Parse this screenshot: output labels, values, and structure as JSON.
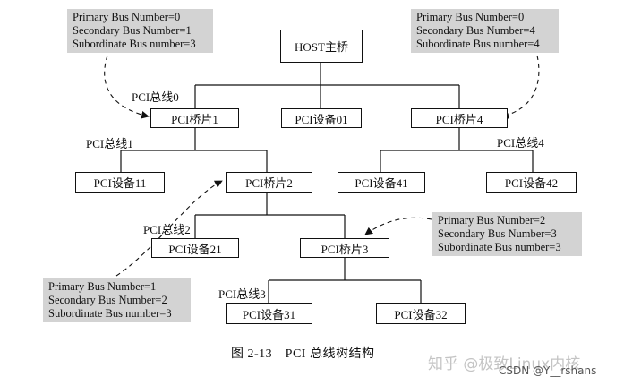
{
  "nodes": {
    "host": "HOST主桥",
    "bridge1": "PCI桥片1",
    "bridge2": "PCI桥片2",
    "bridge3": "PCI桥片3",
    "bridge4": "PCI桥片4",
    "dev01": "PCI设备01",
    "dev11": "PCI设备11",
    "dev21": "PCI设备21",
    "dev31": "PCI设备31",
    "dev32": "PCI设备32",
    "dev41": "PCI设备41",
    "dev42": "PCI设备42"
  },
  "buses": {
    "bus0": "PCI总线0",
    "bus1": "PCI总线1",
    "bus2": "PCI总线2",
    "bus3": "PCI总线3",
    "bus4": "PCI总线4"
  },
  "notes": {
    "bridge1": [
      "Primary Bus Number=0",
      "Secondary Bus Number=1",
      "Subordinate Bus number=3"
    ],
    "bridge4": [
      "Primary Bus Number=0",
      "Secondary Bus Number=4",
      "Subordinate Bus number=4"
    ],
    "bridge3": [
      "Primary Bus Number=2",
      "Secondary Bus Number=3",
      "Subordinate Bus number=3"
    ],
    "bridge2": [
      "Primary Bus Number=1",
      "Secondary Bus Number=2",
      "Subordinate Bus number=3"
    ]
  },
  "caption": "图 2-13　PCI 总线树结构",
  "watermark": {
    "main": "知乎 @极致Linux内核",
    "sub": "CSDN @Y__rshans"
  },
  "colors": {
    "note_background": "#d3d3d3",
    "line": "#111111"
  }
}
